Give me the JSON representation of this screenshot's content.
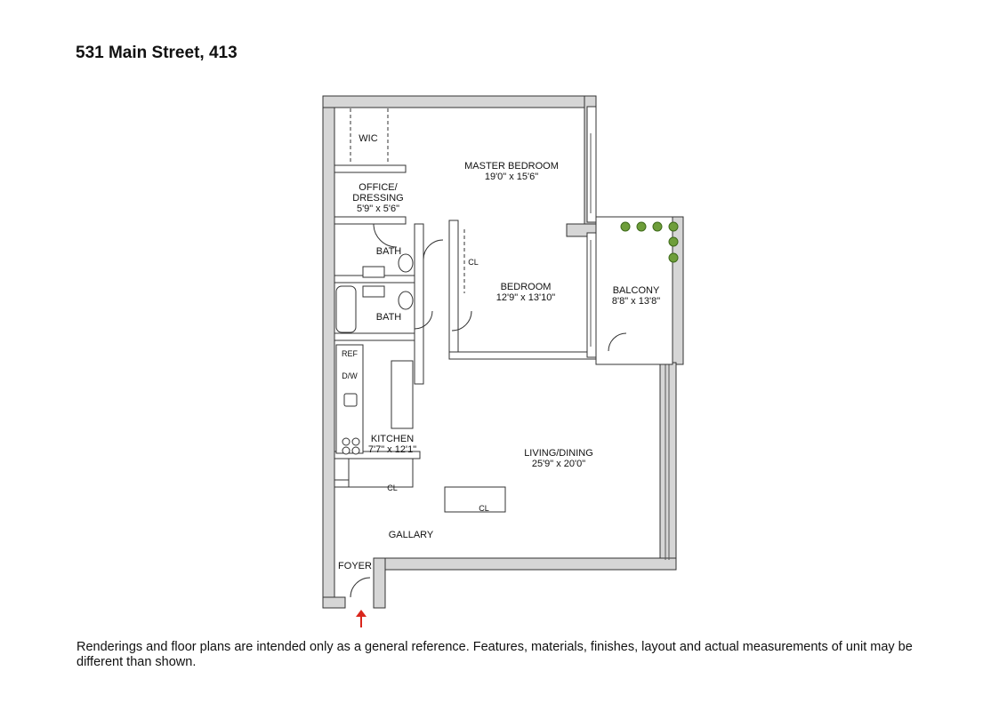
{
  "title": "531 Main Street, 413",
  "disclaimer": "Renderings and floor plans are intended only as a general reference. Features, materials, finishes, layout and actual measurements of unit may be different than shown.",
  "rooms": {
    "wic": "WIC",
    "master_bedroom": {
      "name": "MASTER BEDROOM",
      "dims": "19'0\" x 15'6\""
    },
    "office": {
      "name_line1": "OFFICE/",
      "name_line2": "DRESSING",
      "dims": "5'9\" x 5'6\""
    },
    "bath1": "BATH",
    "bath2": "BATH",
    "bedroom": {
      "name": "BEDROOM",
      "dims": "12'9\" x 13'10\""
    },
    "closet_bedroom": "CL",
    "balcony": {
      "name": "BALCONY",
      "dims": "8'8\" x 13'8\""
    },
    "ref": "REF",
    "dw": "D/W",
    "kitchen": {
      "name": "KITCHEN",
      "dims": "7'7\" x 12'1\""
    },
    "living": {
      "name": "LIVING/DINING",
      "dims": "25'9\" x 20'0\""
    },
    "closet_gallery_1": "CL",
    "closet_gallery_2": "CL",
    "gallery": "GALLARY",
    "foyer": "FOYER"
  },
  "colors": {
    "wall": "#d6d6d6",
    "line": "#333333",
    "entry_arrow": "#d9261c",
    "plant": "#6e9e3a"
  }
}
